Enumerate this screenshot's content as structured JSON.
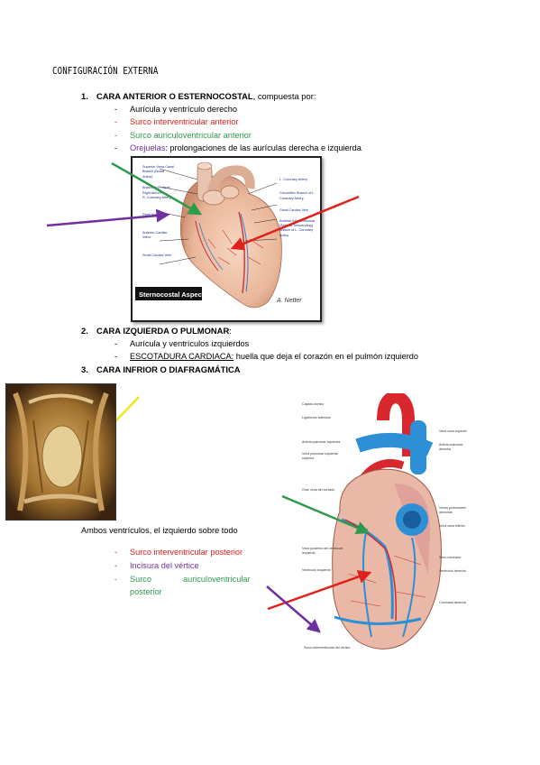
{
  "title": "CONFIGURACIÓN EXTERNA",
  "sections": [
    {
      "number": "1.",
      "title": "CARA ANTERIOR O ESTERNOCOSTAL",
      "suffix": ", compuesta por:",
      "items": [
        {
          "dash": "-",
          "text": "Aurícula y ventrículo derecho",
          "color": "#000000"
        },
        {
          "dash": "-",
          "text": "Surco interventricular anterior",
          "color": "#e0201b"
        },
        {
          "dash": "-",
          "text": "Surco auriculoventricular anterior",
          "color": "#2e9a4c"
        },
        {
          "dash": "-",
          "label": "Orejuelas",
          "rest": ": prolongaciones de las aurículas derecha e izquierda",
          "color": "#7030a0"
        }
      ]
    },
    {
      "number": "2.",
      "title": "CARA IZQUIERDA O PULMONAR",
      "suffix": ":",
      "items": [
        {
          "dash": "-",
          "text": "Aurícula y ventrículos izquierdos"
        },
        {
          "dash": "-",
          "label": "ESCOTADURA CARDIACA:",
          "rest": " huella que deja el corazón en el pulmón izquierdo"
        }
      ]
    },
    {
      "number": "3.",
      "title": "CARA INFRIOR O DIAFRAGMÁTICA",
      "suffix": "",
      "paragraph": "Ambos ventrículos, el izquierdo sobre todo",
      "items": [
        {
          "dash": "-",
          "text": "Surco interventricular posterior",
          "color": "#e0201b"
        },
        {
          "dash": "-",
          "text": "Incisura del vértice",
          "color": "#7030a0"
        },
        {
          "dash": "-",
          "text_line1": "Surco",
          "text_line1b": "auriculoventricular",
          "text_line2": "posterior",
          "color": "#2e9a4c"
        }
      ]
    }
  ],
  "figure1": {
    "caption": "Sternocostal Aspect",
    "labels_left": [
      "Superior Vena Caval Branch (Nodal Artery)",
      "Branch to R. Atrial",
      "Right Atrium",
      "R. Coronary Artery",
      "Right Artery",
      "Anterior Cardiac Veins",
      "Small Cardiac Vein"
    ],
    "labels_right": [
      "L. Coronary Artery",
      "Circumflex Branch of L. Coronary Artery",
      "Great Cardiac Vein",
      "Anterior Interventricular (Anterior Descending) Branch of L. Coronary Artery"
    ],
    "signature": "A. Netter"
  },
  "figure3": {
    "labels_left": [
      "Cayado aórtico",
      "Ligamento arterioso",
      "Arteria pulmonar izquierda",
      "Vena pulmonar izquierda superior",
      "Gran vena del corazón",
      "Vena posterior del ventrículo izquierdo",
      "Ventrículo izquierdo"
    ],
    "labels_right": [
      "Vena cava superior",
      "Arteria pulmonar derecha",
      "Venas pulmonares derechas",
      "Vena cava inferior",
      "Seno coronario",
      "Ventrículo derecho",
      "Coronaria derecha"
    ],
    "label_bottom": "Surco interventricular del vértice"
  },
  "colors": {
    "red": "#e0201b",
    "green": "#2e9a4c",
    "purple": "#7030a0",
    "yellow": "#f1e51e"
  }
}
